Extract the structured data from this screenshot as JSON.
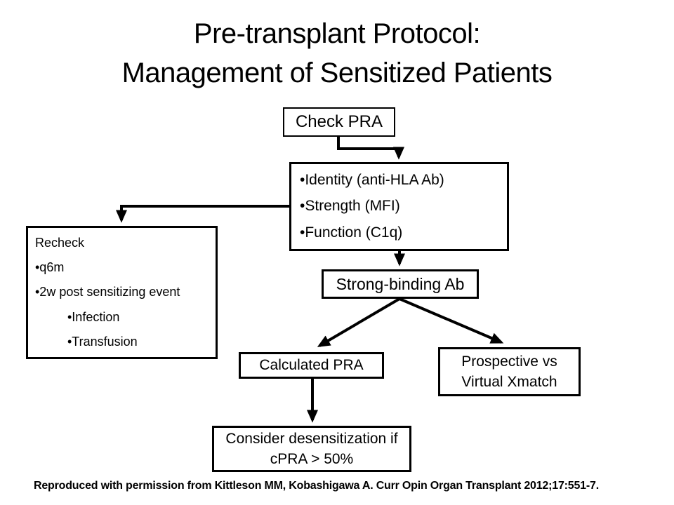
{
  "title": {
    "line1": "Pre-transplant Protocol:",
    "line2": "Management of Sensitized Patients"
  },
  "flowchart": {
    "check_pra": {
      "label": "Check PRA"
    },
    "identity_box": {
      "items": [
        "•Identity (anti-HLA Ab)",
        "•Strength (MFI)",
        "•Function (C1q)"
      ]
    },
    "recheck_box": {
      "heading": "Recheck",
      "items": [
        "•q6m",
        "•2w post sensitizing event"
      ],
      "sub_items": [
        "•Infection",
        "•Transfusion"
      ]
    },
    "strong_binding": {
      "label": "Strong-binding Ab"
    },
    "calculated_pra": {
      "label": "Calculated PRA"
    },
    "prospective_xmatch": {
      "line1": "Prospective vs",
      "line2": "Virtual Xmatch"
    },
    "consider_desensitization": {
      "line1": "Consider desensitization if",
      "line2": "cPRA > 50%"
    }
  },
  "footer": {
    "citation": "Reproduced with permission from Kittleson MM, Kobashigawa A. Curr Opin Organ Transplant 2012;17:551-7."
  },
  "colors": {
    "background": "#ffffff",
    "box_border": "#000000",
    "text": "#000000",
    "connector": "#000000"
  }
}
